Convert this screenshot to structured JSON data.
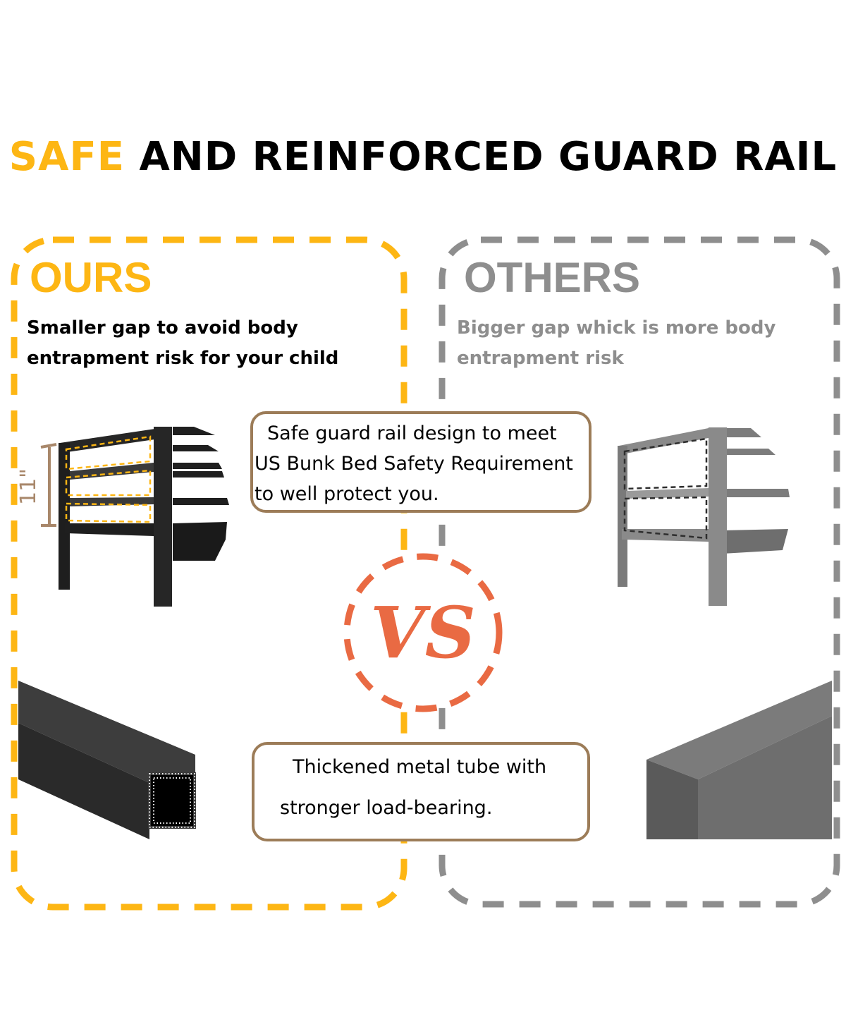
{
  "headline": {
    "accent_word": "SAFE",
    "rest": " AND REINFORCED GUARD RAIL"
  },
  "colors": {
    "accent": "#FDB614",
    "others_gray": "#8E8E8E",
    "vs_orange": "#E96A43",
    "callout_border": "#9C7C58"
  },
  "ours": {
    "title": "OURS",
    "description_lines": [
      "Smaller gap to avoid body",
      "entrapment risk for your child"
    ],
    "gap_measure_label": "11\""
  },
  "others": {
    "title": "OTHERS",
    "description_lines": [
      "Bigger gap whick is more body",
      "entrapment risk"
    ]
  },
  "vs_badge": {
    "label": "VS"
  },
  "callouts": [
    {
      "lines": [
        "Safe guard rail design to meet",
        "US Bunk Bed Safety Requirement",
        "to well protect you."
      ]
    },
    {
      "lines": [
        "Thickened metal tube with",
        "stronger load-bearing."
      ]
    }
  ]
}
